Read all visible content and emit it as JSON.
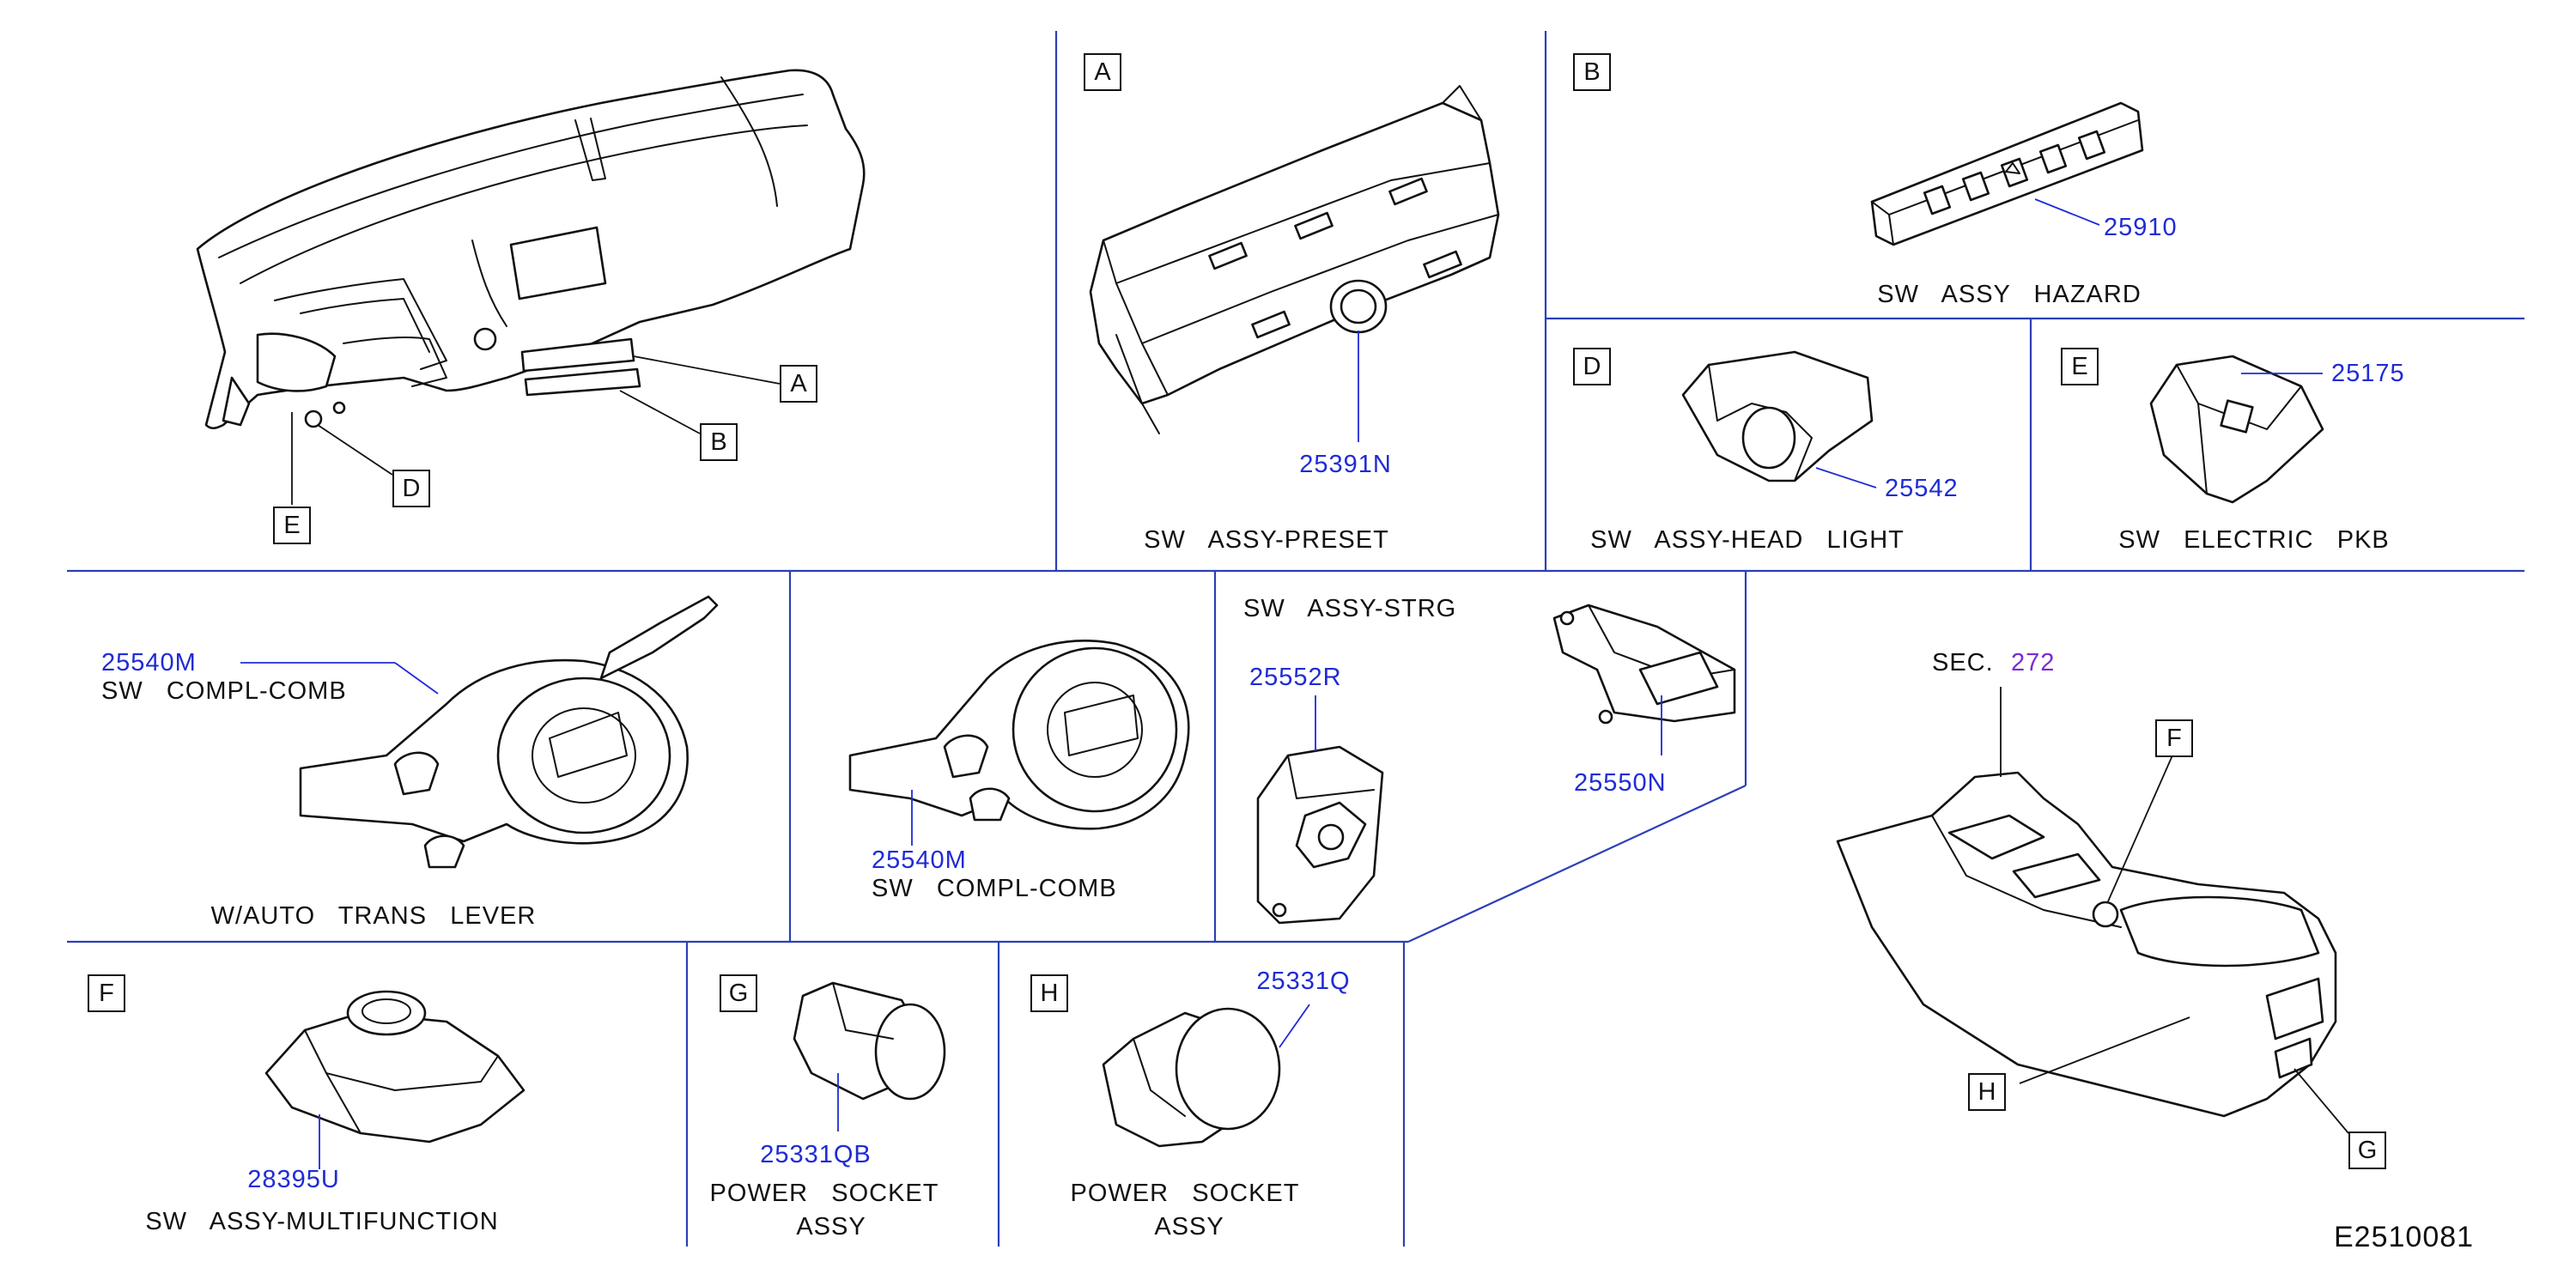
{
  "diagram": {
    "code": "E2510081",
    "section": {
      "prefix": "SEC.",
      "number": "272"
    },
    "overview_callouts": [
      "A",
      "B",
      "D",
      "E"
    ],
    "console_callouts": [
      "F",
      "H",
      "G"
    ],
    "panels": {
      "A": {
        "letter": "A",
        "part_no": "25391N",
        "name": "SW   ASSY-PRESET"
      },
      "B": {
        "letter": "B",
        "part_no": "25910",
        "name": "SW   ASSY   HAZARD"
      },
      "D": {
        "letter": "D",
        "part_no": "25542",
        "name": "SW   ASSY-HEAD   LIGHT"
      },
      "E": {
        "letter": "E",
        "part_no": "25175",
        "name": "SW   ELECTRIC   PKB"
      },
      "comb1": {
        "part_no": "25540M",
        "name": "SW   COMPL-COMB",
        "note": "W/AUTO   TRANS   LEVER"
      },
      "comb2": {
        "part_no": "25540M",
        "name": "SW   COMPL-COMB"
      },
      "strg": {
        "title": "SW   ASSY-STRG",
        "part_no_1": "25552R",
        "part_no_2": "25550N"
      },
      "F": {
        "letter": "F",
        "part_no": "28395U",
        "name": "SW   ASSY-MULTIFUNCTION"
      },
      "G": {
        "letter": "G",
        "part_no": "25331QB",
        "name_1": "POWER   SOCKET",
        "name_2": "ASSY"
      },
      "H": {
        "letter": "H",
        "part_no": "25331Q",
        "name_1": "POWER   SOCKET",
        "name_2": "ASSY"
      }
    }
  }
}
